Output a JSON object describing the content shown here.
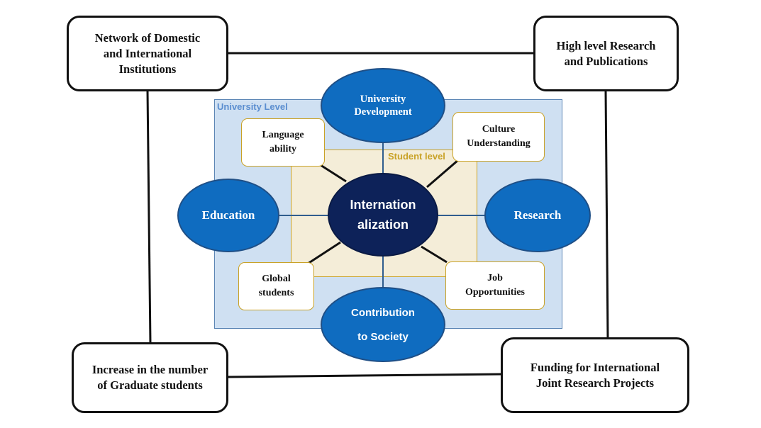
{
  "outer_boxes": {
    "network": "Network of Domestic\nand International\nInstitutions",
    "research_publications": "High level Research\nand Publications",
    "graduate_students": "Increase in the number\nof Graduate students",
    "funding": "Funding for International\nJoint Research Projects"
  },
  "regions": {
    "university_level": "University Level",
    "student_level": "Student level"
  },
  "center": "Internation\nalization",
  "ellipses": {
    "university_development": "University\nDevelopment",
    "education": "Education",
    "research": "Research",
    "contribution": "Contribution\n\nto Society"
  },
  "inner_boxes": {
    "language_ability": "Language\nability",
    "culture_understanding": "Culture\nUnderstanding",
    "global_students": "Global\nstudents",
    "job_opportunities": "Job\nOpportunities"
  },
  "colors": {
    "university_fill": "#cfe0f2",
    "university_border": "#5b85b4",
    "university_label": "#5b8ed0",
    "student_fill": "#f4edd8",
    "student_border": "#c9a227",
    "student_label": "#c9a227",
    "ellipse_fill": "#0f6cc0",
    "center_fill": "#0d2259",
    "outer_line": "#111111",
    "spoke_blue": "#2f5d8e",
    "spoke_black": "#111111"
  }
}
